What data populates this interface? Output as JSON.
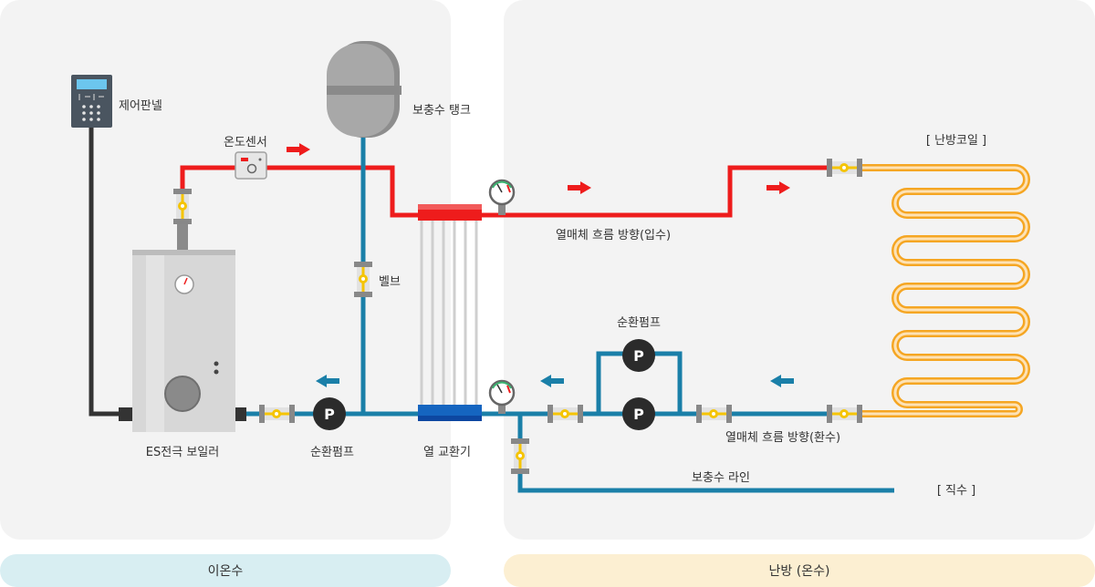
{
  "labels": {
    "control_panel": "제어판넬",
    "temp_sensor": "온도센서",
    "expansion_tank": "보충수 탱크",
    "valve": "벨브",
    "boiler": "ES전극 보일러",
    "pump_left": "순환펌프",
    "heat_exchanger": "열 교환기",
    "flow_supply": "열매체 흐름 방향(입수)",
    "pump_right": "순환펌프",
    "flow_return": "열매체 흐름 방향(환수)",
    "makeup_line": "보충수 라인",
    "heating_coil": "[ 난방코일 ]",
    "direct_water": "[ 직수 ]",
    "pump_letter": "P"
  },
  "footer": {
    "left": "이온수",
    "right": "난방 (온수)"
  },
  "colors": {
    "hot": "#ee1c1c",
    "cold": "#1a7fa8",
    "coil": "#f5a623",
    "panel": "#f3f3f3"
  }
}
